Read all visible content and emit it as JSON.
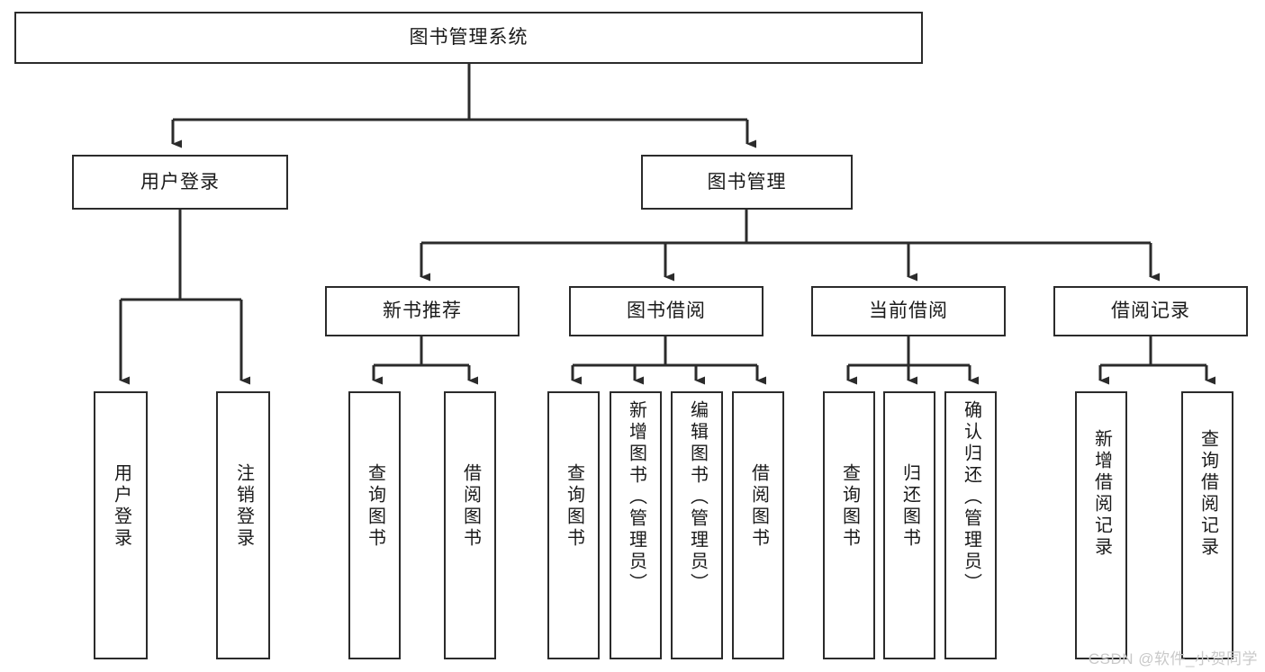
{
  "diagram": {
    "title": "图书管理系统",
    "type": "tree-hierarchy",
    "watermark": "CSDN @软件_小贺同学",
    "colors": {
      "box_border": "#2b2b2b",
      "box_fill": "#ffffff",
      "edge": "#2b2b2b",
      "text": "#1a1a1a",
      "watermark": "#c9c9c9",
      "background": "#ffffff"
    },
    "root": {
      "label": "图书管理系统"
    },
    "level2": [
      {
        "label": "用户登录"
      },
      {
        "label": "图书管理"
      }
    ],
    "level3": [
      {
        "label": "新书推荐"
      },
      {
        "label": "图书借阅"
      },
      {
        "label": "当前借阅"
      },
      {
        "label": "借阅记录"
      }
    ],
    "leaves": {
      "user_login": [
        {
          "label": "用户登录"
        },
        {
          "label": "注销登录"
        }
      ],
      "new_book_recommend": [
        {
          "label": "查询图书"
        },
        {
          "label": "借阅图书"
        }
      ],
      "book_borrow": [
        {
          "label": "查询图书"
        },
        {
          "label": "新增图书（管理员）"
        },
        {
          "label": "编辑图书（管理员）"
        },
        {
          "label": "借阅图书"
        }
      ],
      "current_borrow": [
        {
          "label": "查询图书"
        },
        {
          "label": "归还图书"
        },
        {
          "label": "确认归还（管理员）"
        }
      ],
      "borrow_record": [
        {
          "label": "新增借阅记录"
        },
        {
          "label": "查询借阅记录"
        }
      ]
    }
  }
}
